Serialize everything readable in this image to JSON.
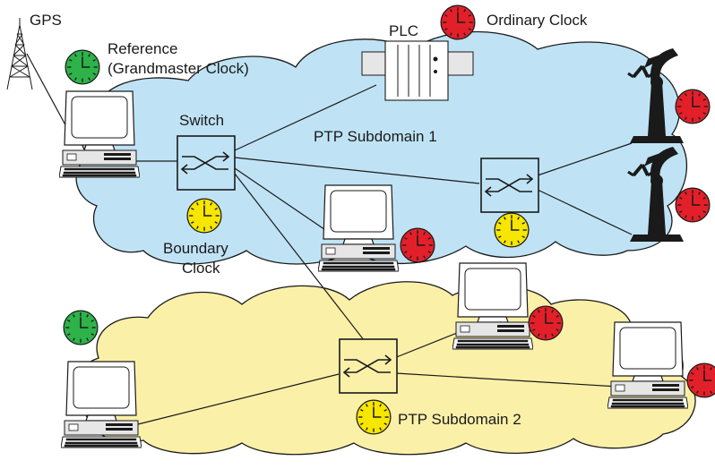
{
  "labels": {
    "gps": "GPS",
    "reference_line1": "Reference",
    "reference_line2": "(Grandmaster Clock)",
    "plc": "PLC",
    "ordinary_clock": "Ordinary Clock",
    "switch": "Switch",
    "subdomain1": "PTP Subdomain 1",
    "boundary_line1": "Boundary",
    "boundary_line2": "Clock",
    "subdomain2": "PTP Subdomain 2"
  },
  "colors": {
    "grandmaster_clock": "#2db34a",
    "ordinary_clock": "#e3202a",
    "boundary_clock": "#f6e600",
    "subdomain1_fill": "#bfe3f5",
    "subdomain2_fill": "#fbf0a8"
  },
  "icons": {
    "clock": "clock-icon",
    "computer": "computer-icon",
    "switch": "switch-icon",
    "plc": "plc-icon",
    "robot": "robot-arm-icon",
    "antenna": "gps-antenna-icon"
  }
}
